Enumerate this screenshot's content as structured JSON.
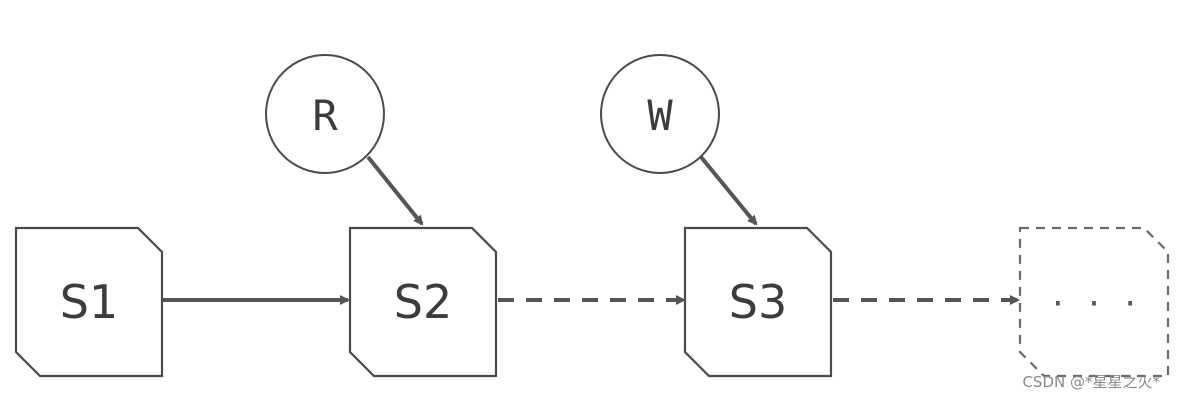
{
  "nodes": {
    "s1": "S1",
    "s2": "S2",
    "s3": "S3",
    "more": "· · ·",
    "read": "R",
    "write": "W"
  },
  "watermark": "CSDN @*星星之火*"
}
